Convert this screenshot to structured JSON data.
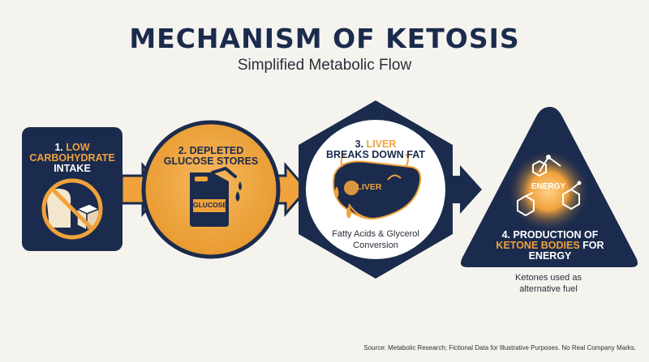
{
  "header": {
    "title": "MECHANISM OF KETOSIS",
    "subtitle": "Simplified Metabolic Flow"
  },
  "steps": [
    {
      "number": "1.",
      "highlight": "LOW",
      "line2": "CARBOHYDRATE",
      "line3": "INTAKE"
    },
    {
      "line1": "2. DEPLETED",
      "line2": "GLUCOSE STORES",
      "container_label": "GLUCOSE"
    },
    {
      "number": "3.",
      "highlight": "LIVER",
      "line2": "BREAKS DOWN FAT",
      "organ_label": "LIVER",
      "note_line1": "Fatty Acids & Glycerol",
      "note_line2": "Conversion"
    },
    {
      "line1": "4. PRODUCTION OF",
      "highlight": "KETONE BODIES",
      "line2_suffix": "FOR",
      "line3": "ENERGY",
      "energy_label": "ENERGY",
      "note_line1": "Ketones used as",
      "note_line2": "alternative fuel"
    }
  ],
  "colors": {
    "navy": "#1b2b4d",
    "orange": "#f0a23b",
    "background": "#f5f3ee"
  },
  "footer": {
    "source": "Source: Metabolic Research; Fictional Data for Illustrative Purposes. No Real Company Marks."
  }
}
